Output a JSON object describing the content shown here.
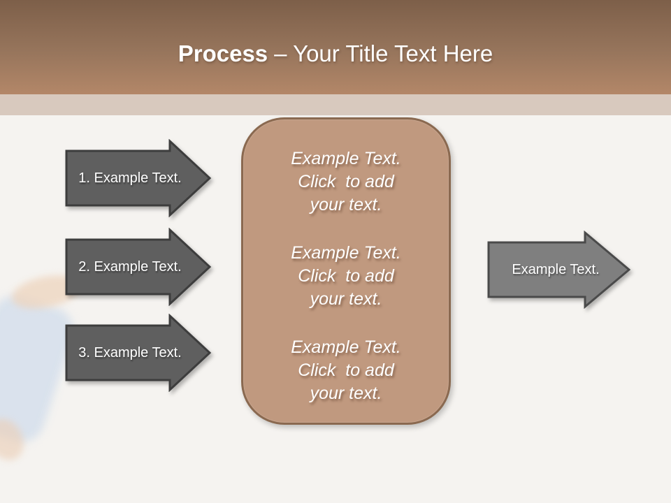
{
  "header": {
    "title_bold": "Process",
    "title_rest": "– Your Title Text Here"
  },
  "colors": {
    "header_gradient_top": "#7d5f49",
    "header_gradient_bottom": "#b38768",
    "header_strip": "#d8c9be",
    "slide_background": "#f5f3f0",
    "left_arrow_fill": "#5f5f5f",
    "left_arrow_border": "#3d3d3d",
    "right_arrow_fill": "#7f7f7f",
    "right_arrow_border": "#4a4a4a",
    "panel_fill": "#c0997f",
    "panel_border": "#8a6950",
    "text_color": "#ffffff"
  },
  "left_arrows": [
    {
      "label": "1. Example Text."
    },
    {
      "label": "2. Example Text."
    },
    {
      "label": "3. Example Text."
    }
  ],
  "center_panel": {
    "blocks": [
      {
        "lines": [
          "Example Text.",
          "Click  to add",
          "your text."
        ]
      },
      {
        "lines": [
          "Example Text.",
          "Click  to add",
          "your text."
        ]
      },
      {
        "lines": [
          "Example Text.",
          "Click  to add",
          "your text."
        ]
      }
    ]
  },
  "right_arrow": {
    "label": "Example Text."
  }
}
